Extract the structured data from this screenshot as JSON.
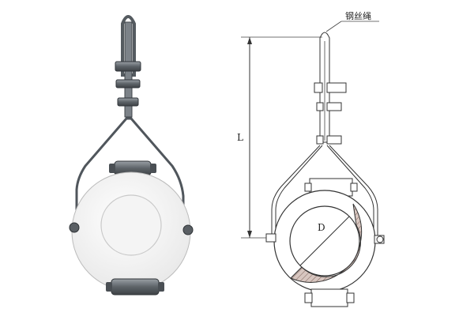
{
  "labels": {
    "wire_rope": "钢丝绳",
    "length": "L",
    "diameter": "D"
  }
}
